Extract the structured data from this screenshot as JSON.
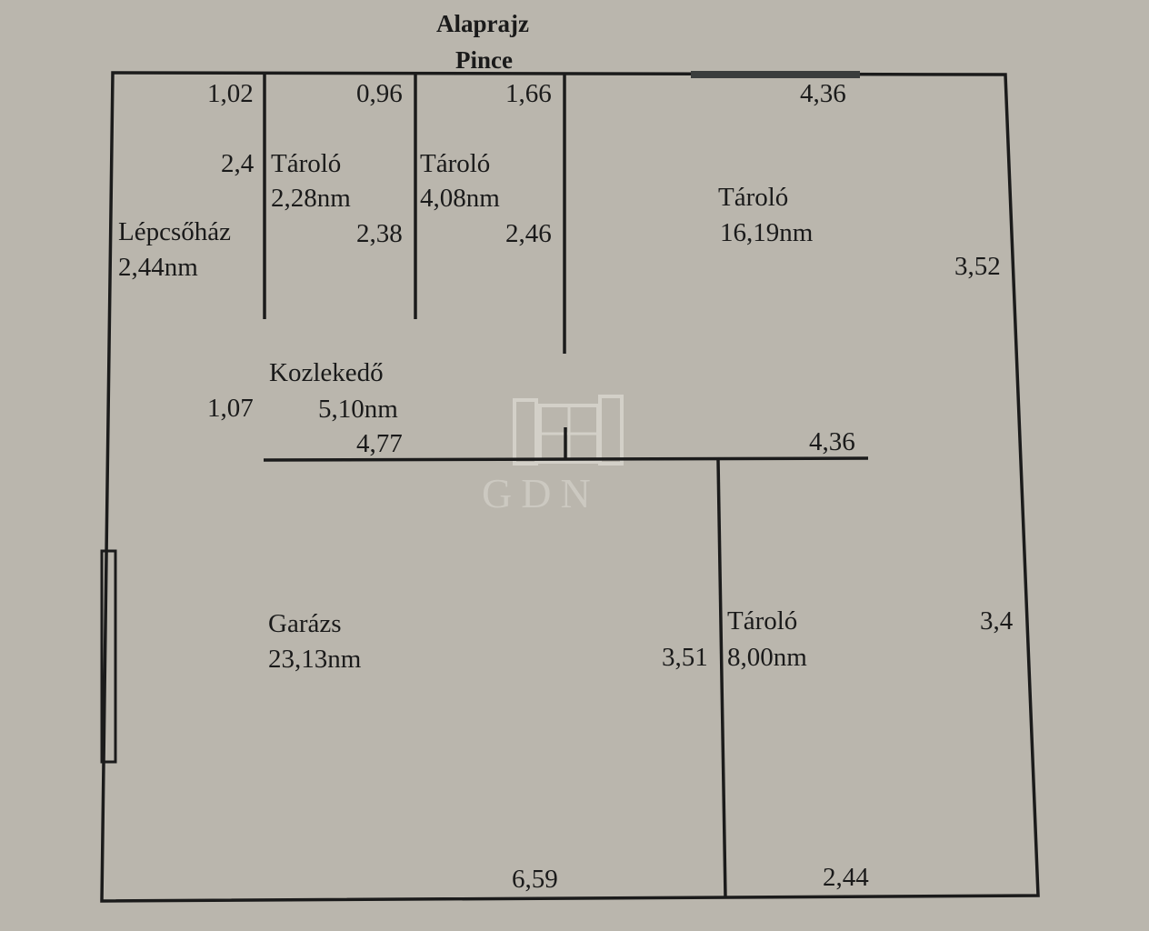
{
  "title": "Alaprajz",
  "subtitle": "Pince",
  "watermark": "GDN",
  "rooms": [
    {
      "name": "Lépcsőház",
      "area": "2,44nm"
    },
    {
      "name": "Tároló",
      "area": "2,28nm"
    },
    {
      "name": "Tároló",
      "area": "4,08nm"
    },
    {
      "name": "Tároló",
      "area": "16,19nm"
    },
    {
      "name": "Kozlekedő",
      "area": "5,10nm"
    },
    {
      "name": "Garázs",
      "area": "23,13nm"
    },
    {
      "name": "Tároló",
      "area": "8,00nm"
    }
  ],
  "dimensions": {
    "d1": "1,02",
    "d2": "0,96",
    "d3": "1,66",
    "d4": "4,36",
    "d5": "2,4",
    "d6": "2,38",
    "d7": "2,46",
    "d8": "3,52",
    "d9": "1,07",
    "d10": "4,77",
    "d11": "4,36",
    "d12": "3,51",
    "d13": "3,4",
    "d14": "6,59",
    "d15": "2,44"
  },
  "colors": {
    "background": "#bab6ad",
    "wall": "#1b1b1b"
  }
}
